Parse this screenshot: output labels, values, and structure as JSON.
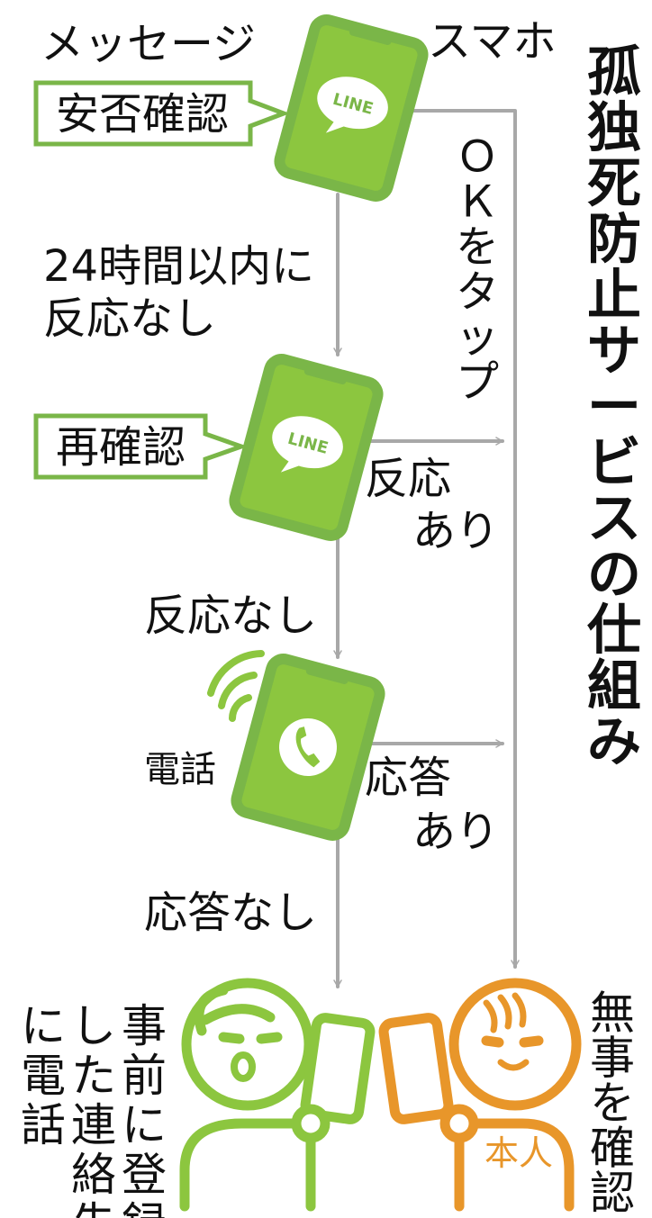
{
  "title": "孤独死防止サービスの仕組み",
  "header": {
    "message": "メッセージ",
    "smartphone": "スマホ"
  },
  "steps": {
    "first_check": "安否確認",
    "recheck": "再確認",
    "phone_call": "電話"
  },
  "conditions": {
    "no_reply_24h_line1": "24時間以内に",
    "no_reply_24h_line2": "反応なし",
    "no_reaction": "反応なし",
    "no_answer": "応答なし",
    "tap_ok": "ＯＫをタップ",
    "reaction_line1": "反応",
    "reaction_line2": "あり",
    "answer_line1": "応答",
    "answer_line2": "あり"
  },
  "app_label": "LINE",
  "outcomes": {
    "contact_cols": [
      "事前に登録",
      "した連絡先",
      "に電話"
    ],
    "self_label": "本人",
    "safe_confirmed": "無事を確認"
  },
  "colors": {
    "green": "#8cc63f",
    "green_dark": "#7ab648",
    "orange": "#e8962a",
    "arrow": "#a8a8a8",
    "text": "#111111"
  },
  "icons": {
    "phone": "smartphone-icon",
    "app": "line-app-icon",
    "call": "handset-icon",
    "signal": "signal-waves-icon",
    "family": "family-person-icon",
    "user": "user-person-icon"
  }
}
